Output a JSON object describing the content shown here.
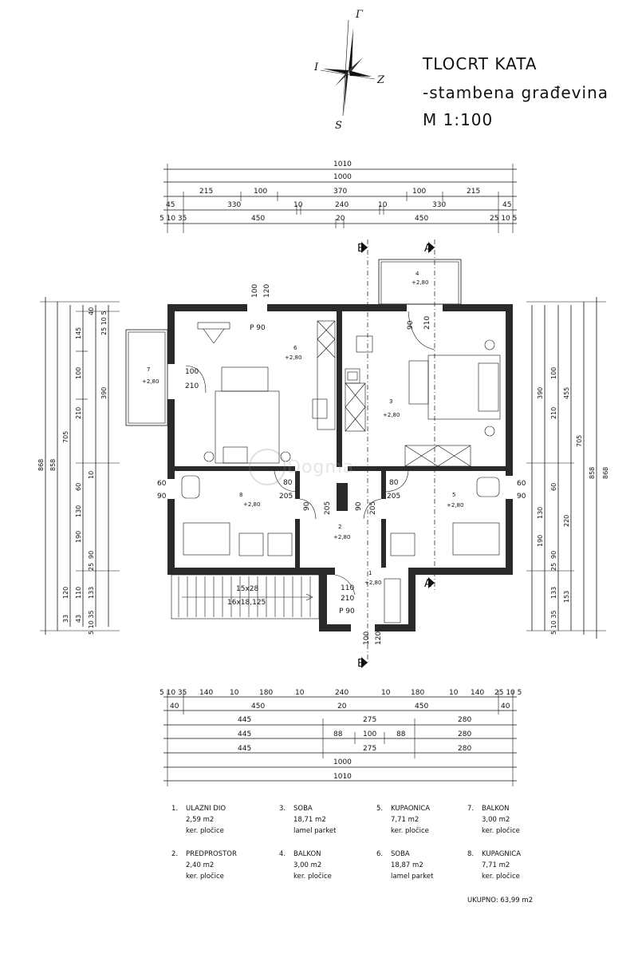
{
  "title": {
    "line1": "TLOCRT KATA",
    "line2": "-stambena građevina",
    "line3": "M 1:100"
  },
  "compass": {
    "n": "Γ",
    "w": "I",
    "e": "Z",
    "s": "S"
  },
  "sections": {
    "a": "A",
    "b": "B"
  },
  "top_dims": {
    "row1": [
      "1010"
    ],
    "row2": [
      "1000"
    ],
    "row3": [
      "45",
      "215",
      "100",
      "370",
      "100",
      "215",
      "45"
    ],
    "row4": [
      "330",
      "10",
      "240",
      "10",
      "330"
    ],
    "row5": [
      "5 10 35",
      "450",
      "20",
      "450",
      "25 10 5"
    ]
  },
  "bottom_dims": {
    "row1": [
      "5 10 35",
      "140",
      "10",
      "180",
      "10",
      "240",
      "10",
      "180",
      "10",
      "140",
      "25 10 5"
    ],
    "row2": [
      "40",
      "450",
      "20",
      "450",
      "40"
    ],
    "row3": [
      "445",
      "275",
      "280"
    ],
    "row4": [
      "445",
      "88",
      "100",
      "88",
      "280"
    ],
    "row5": [
      "445",
      "275",
      "280"
    ],
    "row6": [
      "1000"
    ],
    "row7": [
      "1010"
    ]
  },
  "left_dims": [
    "868",
    "858",
    "705",
    "390",
    "210",
    "100",
    "145",
    "40",
    "25 10 5",
    "60",
    "130",
    "10",
    "190",
    "90",
    "25",
    "120",
    "110",
    "133",
    "43",
    "33",
    "5 10 35"
  ],
  "right_dims": [
    "868",
    "858",
    "705",
    "455",
    "390",
    "210",
    "100",
    "60",
    "130",
    "220",
    "190",
    "90",
    "25",
    "133",
    "153",
    "5 10 35"
  ],
  "rooms": [
    {
      "num": "1",
      "elev": "+2,80"
    },
    {
      "num": "2",
      "elev": "+2,80"
    },
    {
      "num": "3",
      "elev": "+2,80"
    },
    {
      "num": "4",
      "elev": "+2,80"
    },
    {
      "num": "5",
      "elev": "+2,80"
    },
    {
      "num": "6",
      "elev": "+2,80"
    },
    {
      "num": "7",
      "elev": "+2,80"
    },
    {
      "num": "8",
      "elev": "+2,80"
    }
  ],
  "openings": {
    "p90_top": "P 90",
    "p90_bottom": "P 90",
    "d100_210": [
      "100",
      "210"
    ],
    "d90_210": [
      "90",
      "210"
    ],
    "w60_90": [
      "60",
      "90"
    ],
    "w80_205": [
      "80",
      "205"
    ],
    "d90_205": [
      "90",
      "205"
    ],
    "d110_210": [
      "110",
      "210"
    ],
    "h100_120": [
      "100",
      "120"
    ]
  },
  "stairs": {
    "line1": "15x28",
    "line2": "16x18,125"
  },
  "watermark": "Dogma",
  "legend": [
    {
      "num": "1.",
      "name": "ULAZNI DIO",
      "area": "2,59 m2",
      "floor": "ker. pločice"
    },
    {
      "num": "2.",
      "name": "PREDPROSTOR",
      "area": "2,40 m2",
      "floor": "ker. pločice"
    },
    {
      "num": "3.",
      "name": "SOBA",
      "area": "18,71 m2",
      "floor": "lamel parket"
    },
    {
      "num": "4.",
      "name": "BALKON",
      "area": "3,00 m2",
      "floor": "ker. pločice"
    },
    {
      "num": "5.",
      "name": "KUPAONICA",
      "area": "7,71 m2",
      "floor": "ker. pločice"
    },
    {
      "num": "6.",
      "name": "SOBA",
      "area": "18,87 m2",
      "floor": "lamel parket"
    },
    {
      "num": "7.",
      "name": "BALKON",
      "area": "3,00 m2",
      "floor": "ker. pločice"
    },
    {
      "num": "8.",
      "name": "KUPAGNICA",
      "area": "7,71 m2",
      "floor": "ker. pločice"
    }
  ],
  "total": "UKUPNO: 63,99 m2"
}
